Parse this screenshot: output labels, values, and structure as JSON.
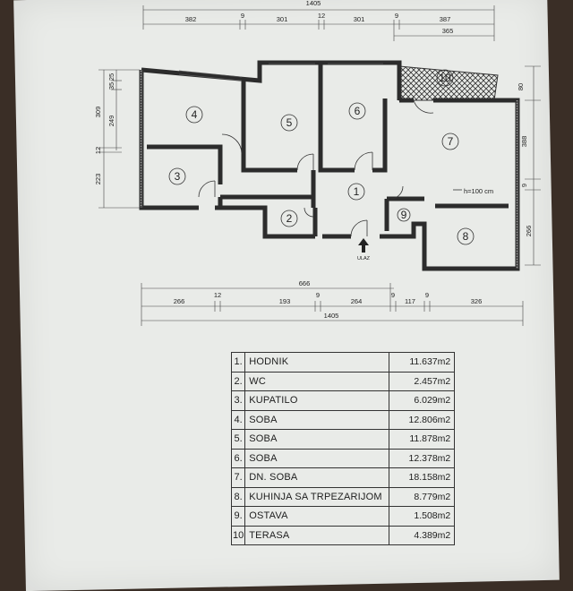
{
  "dimensions": {
    "top_total": "1405",
    "top_segments": [
      "382",
      "9",
      "301",
      "12",
      "301",
      "9",
      "387"
    ],
    "top_sub": "365",
    "left_segments": [
      "309",
      "249",
      "12",
      "223",
      "25",
      "35"
    ],
    "right_segments": [
      "80",
      "388",
      "9",
      "266"
    ],
    "bottom_partial": "666",
    "bottom_segments": [
      "266",
      "12",
      "193",
      "9",
      "264",
      "9",
      "117",
      "9",
      "326"
    ],
    "bottom_total": "1405",
    "kitchen_counter": "h=100 cm",
    "entrance": "ULAZ"
  },
  "room_labels": [
    "1",
    "2",
    "3",
    "4",
    "5",
    "6",
    "7",
    "8",
    "9",
    "10"
  ],
  "rooms": [
    {
      "num": "1.",
      "name": "HODNIK",
      "area": "11.637m2"
    },
    {
      "num": "2.",
      "name": "WC",
      "area": "2.457m2"
    },
    {
      "num": "3.",
      "name": "KUPATILO",
      "area": "6.029m2"
    },
    {
      "num": "4.",
      "name": "SOBA",
      "area": "12.806m2"
    },
    {
      "num": "5.",
      "name": "SOBA",
      "area": "11.878m2"
    },
    {
      "num": "6.",
      "name": "SOBA",
      "area": "12.378m2"
    },
    {
      "num": "7.",
      "name": "DN. SOBA",
      "area": "18.158m2"
    },
    {
      "num": "8.",
      "name": "KUHINJA SA TRPEZARIJOM",
      "area": "8.779m2"
    },
    {
      "num": "9.",
      "name": "OSTAVA",
      "area": "1.508m2"
    },
    {
      "num": "10",
      "name": "TERASA",
      "area": "4.389m2"
    }
  ]
}
